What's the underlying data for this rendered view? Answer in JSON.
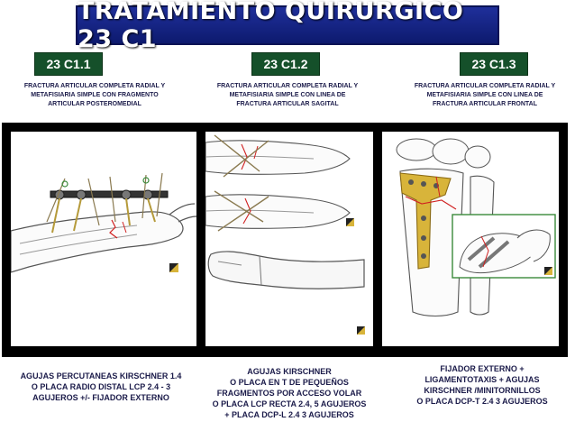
{
  "title": "TRATAMIENTO QUIRURGICO 23 C1",
  "columns": [
    {
      "code": "23 C1.1",
      "description_lines": [
        "FRACTURA ARTICULAR COMPLETA RADIAL Y",
        "METAFISIARIA SIMPLE CON FRAGMENTO",
        "ARTICULAR POSTEROMEDIAL"
      ],
      "treatment_lines": [
        "AGUJAS PERCUTANEAS KIRSCHNER 1.4",
        "O PLACA RADIO DISTAL LCP 2.4 - 3",
        "AGUJEROS +/- FIJADOR EXTERNO"
      ]
    },
    {
      "code": "23 C1.2",
      "description_lines": [
        "FRACTURA ARTICULAR COMPLETA RADIAL Y",
        "METAFISIARIA SIMPLE CON LINEA DE",
        "FRACTURA ARTICULAR SAGITAL"
      ],
      "treatment_lines": [
        "AGUJAS KIRSCHNER",
        "O PLACA EN T DE PEQUEÑOS",
        "FRAGMENTOS POR  ACCESO VOLAR",
        "O PLACA LCP RECTA 2.4, 5 AGUJEROS",
        "+ PLACA DCP-L 2.4 3 AGUJEROS"
      ]
    },
    {
      "code": "23 C1.3",
      "description_lines": [
        "FRACTURA ARTICULAR COMPLETA RADIAL Y",
        "METAFISIARIA SIMPLE CON LINEA DE",
        "FRACTURA ARTICULAR FRONTAL"
      ],
      "treatment_lines": [
        "FIJADOR EXTERNO +",
        "LIGAMENTOTAXIS + AGUJAS",
        "KIRSCHNER /MINITORNILLOS",
        "O PLACA DCP-T 2.4 3 AGUJEROS"
      ]
    }
  ],
  "colors": {
    "title_bg": "#1f2f9a",
    "badge_bg": "#15502a",
    "text": "#1b1b4a",
    "frame": "#000000",
    "fracture_line": "#d02020",
    "implant": "#d8b43a"
  },
  "icons": [
    "arm-with-external-fixator-illustration",
    "wrist-bones-with-kirschner-wires-illustration",
    "forearm-cast-illustration",
    "wrist-with-volar-plate-illustration",
    "plate-screw-detail-illustration",
    "ao-logo-icon"
  ]
}
